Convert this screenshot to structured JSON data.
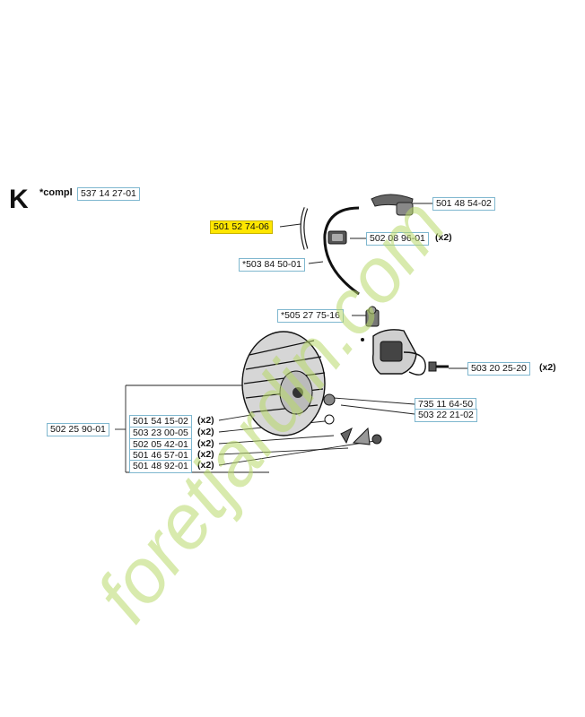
{
  "section": {
    "letter": "K",
    "compl_label": "*compl",
    "compl_number": "537 14 27-01"
  },
  "watermark": {
    "text": "foretjardin.com",
    "color": "#b8d86a"
  },
  "highlight_color": "#ffe600",
  "parts": [
    {
      "id": "p1",
      "number": "501 52 74-06",
      "qty": ""
    },
    {
      "id": "p2",
      "number": "501 48 54-02",
      "qty": ""
    },
    {
      "id": "p3",
      "number": "502 08 96-01",
      "qty": "(x2)"
    },
    {
      "id": "p4",
      "number": "*503 84 50-01",
      "qty": ""
    },
    {
      "id": "p5",
      "number": "*505 27 75-16",
      "qty": ""
    },
    {
      "id": "p6",
      "number": "503 20 25-20",
      "qty": "(x2)"
    },
    {
      "id": "p7",
      "number": "735 11 64-50",
      "qty": ""
    },
    {
      "id": "p8",
      "number": "503 22 21-02",
      "qty": ""
    },
    {
      "id": "p9",
      "number": "502 25 90-01",
      "qty": ""
    },
    {
      "id": "p10",
      "number": "501 54 15-02",
      "qty": "(x2)"
    },
    {
      "id": "p11",
      "number": "503 23 00-05",
      "qty": "(x2)"
    },
    {
      "id": "p12",
      "number": "502 05 42-01",
      "qty": "(x2)"
    },
    {
      "id": "p13",
      "number": "501 46 57-01",
      "qty": "(x2)"
    },
    {
      "id": "p14",
      "number": "501 48 92-01",
      "qty": "(x2)"
    }
  ]
}
